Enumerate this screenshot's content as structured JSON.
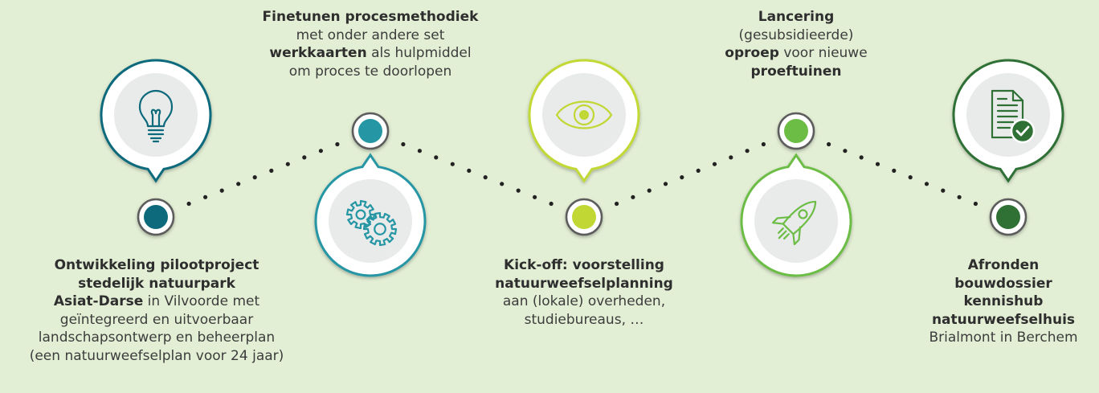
{
  "colors": {
    "background": "#e3efd5",
    "step1": "#0d6a7c",
    "step2": "#2596a4",
    "step3": "#c1d834",
    "step4": "#6cbd45",
    "step5": "#2f7034",
    "node_ring": "#5b5b5b",
    "dots": "#222222"
  },
  "steps": [
    {
      "icon": "lightbulb-icon",
      "lines": [
        [
          {
            "t": "Ontwikkeling pilootproject",
            "b": true
          }
        ],
        [
          {
            "t": "stedelijk natuurpark",
            "b": true
          }
        ],
        [
          {
            "t": "Asiat-Darse",
            "b": true
          },
          {
            "t": " in Vilvoorde met",
            "b": false
          }
        ],
        [
          {
            "t": "geïntegreerd en uitvoerbaar",
            "b": false
          }
        ],
        [
          {
            "t": "landschapsontwerp en beheerplan",
            "b": false
          }
        ],
        [
          {
            "t": "(een natuurweefselplan voor 24 jaar)",
            "b": false
          }
        ]
      ]
    },
    {
      "icon": "gears-icon",
      "lines": [
        [
          {
            "t": "Finetunen procesmethodiek",
            "b": true
          }
        ],
        [
          {
            "t": "met onder andere set",
            "b": false
          }
        ],
        [
          {
            "t": "werkkaarten",
            "b": true
          },
          {
            "t": " als hulpmiddel",
            "b": false
          }
        ],
        [
          {
            "t": "om proces te doorlopen",
            "b": false
          }
        ]
      ]
    },
    {
      "icon": "eye-icon",
      "lines": [
        [
          {
            "t": "Kick-off: voorstelling",
            "b": true
          }
        ],
        [
          {
            "t": "natuurweefselplanning",
            "b": true
          }
        ],
        [
          {
            "t": "aan (lokale) overheden,",
            "b": false
          }
        ],
        [
          {
            "t": "studiebureaus, …",
            "b": false
          }
        ]
      ]
    },
    {
      "icon": "rocket-icon",
      "lines": [
        [
          {
            "t": "Lancering",
            "b": true
          }
        ],
        [
          {
            "t": "(gesubsidieerde)",
            "b": false
          }
        ],
        [
          {
            "t": "oproep",
            "b": true
          },
          {
            "t": " voor nieuwe",
            "b": false
          }
        ],
        [
          {
            "t": "proeftuinen",
            "b": true
          }
        ]
      ]
    },
    {
      "icon": "document-check-icon",
      "lines": [
        [
          {
            "t": "Afronden",
            "b": true
          }
        ],
        [
          {
            "t": "bouwdossier",
            "b": true
          }
        ],
        [
          {
            "t": "kennishub",
            "b": true
          }
        ],
        [
          {
            "t": "natuurweefselhuis",
            "b": true
          }
        ],
        [
          {
            "t": "Brialmont in Berchem",
            "b": false
          }
        ]
      ]
    }
  ]
}
